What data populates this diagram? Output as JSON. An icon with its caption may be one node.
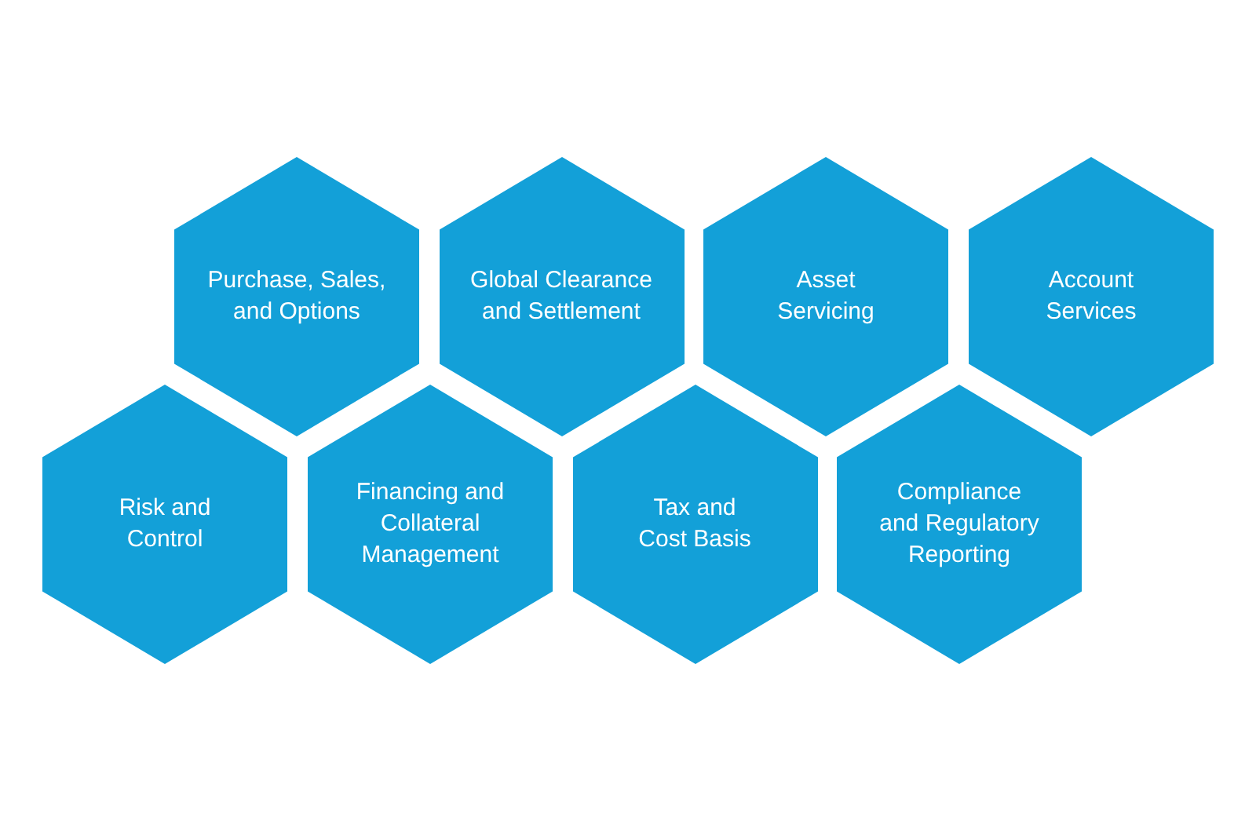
{
  "diagram": {
    "nodes": [
      {
        "text": [
          "Purchase, Sales, and Options"
        ]
      },
      {
        "text": [
          "Global Clearance and Settlement"
        ]
      },
      {
        "text": [
          "Asset Servicing"
        ]
      },
      {
        "text": [
          "Account Services"
        ]
      },
      {
        "text": [
          "Risk and Control"
        ]
      },
      {
        "text": [
          "Financing and Collateral Management"
        ]
      },
      {
        "text": [
          "Tax and Cost Basis"
        ]
      },
      {
        "text": [
          "Compliance and Regulatory Reporting"
        ]
      }
    ]
  }
}
